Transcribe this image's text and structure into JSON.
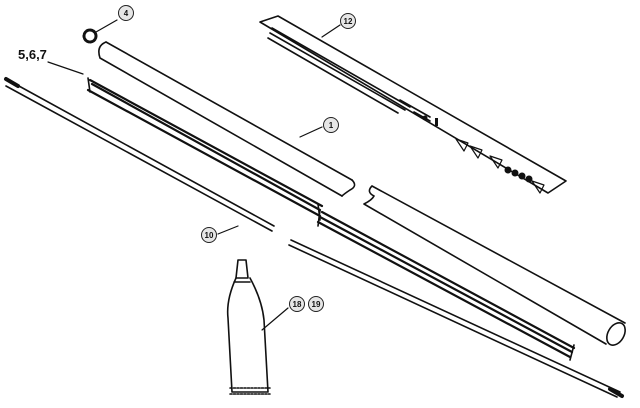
{
  "diagram": {
    "callouts": {
      "lock_washer": "4",
      "liner": "5,6,7",
      "decal": "12",
      "drive_tube": "1",
      "drive_shaft": "10",
      "grease_a": "18",
      "grease_b": "19"
    },
    "colors": {
      "line": "#111111",
      "callout_fill": "#e6e6e6"
    }
  }
}
